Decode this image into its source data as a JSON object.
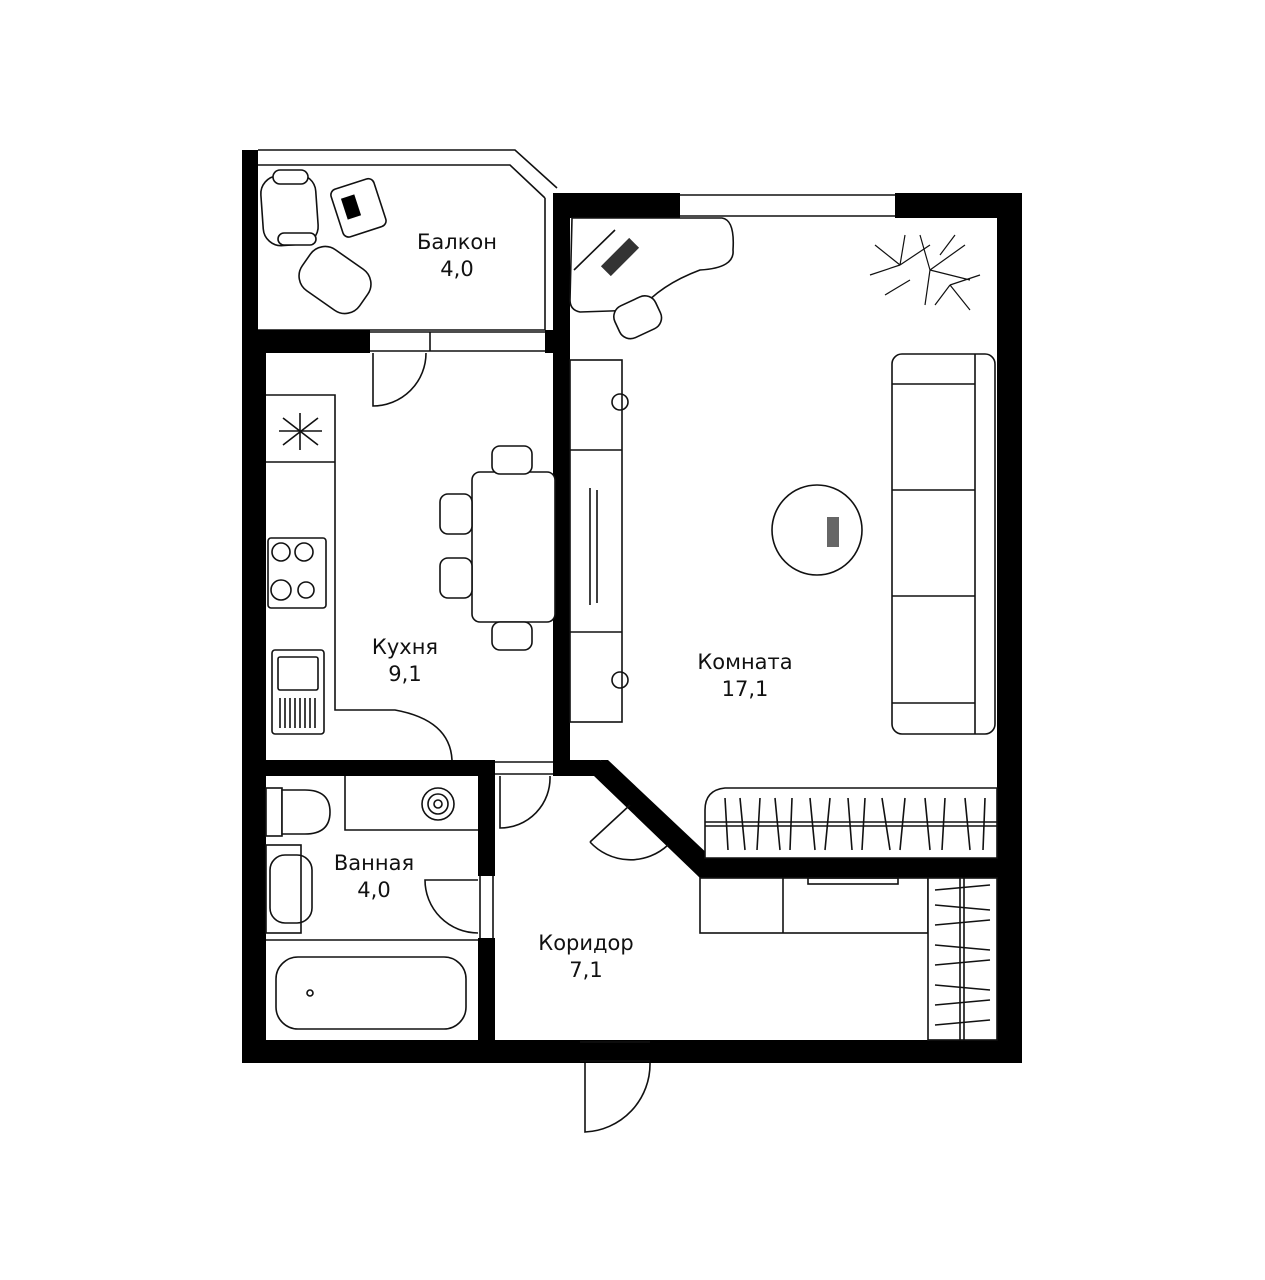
{
  "colors": {
    "wall": "#000000",
    "line": "#111111",
    "background": "#ffffff"
  },
  "rooms": [
    {
      "name": "Балкон",
      "area": "4,0"
    },
    {
      "name": "Кухня",
      "area": "9,1"
    },
    {
      "name": "Комната",
      "area": "17,1"
    },
    {
      "name": "Ванная",
      "area": "4,0"
    },
    {
      "name": "Коридор",
      "area": "7,1"
    }
  ]
}
